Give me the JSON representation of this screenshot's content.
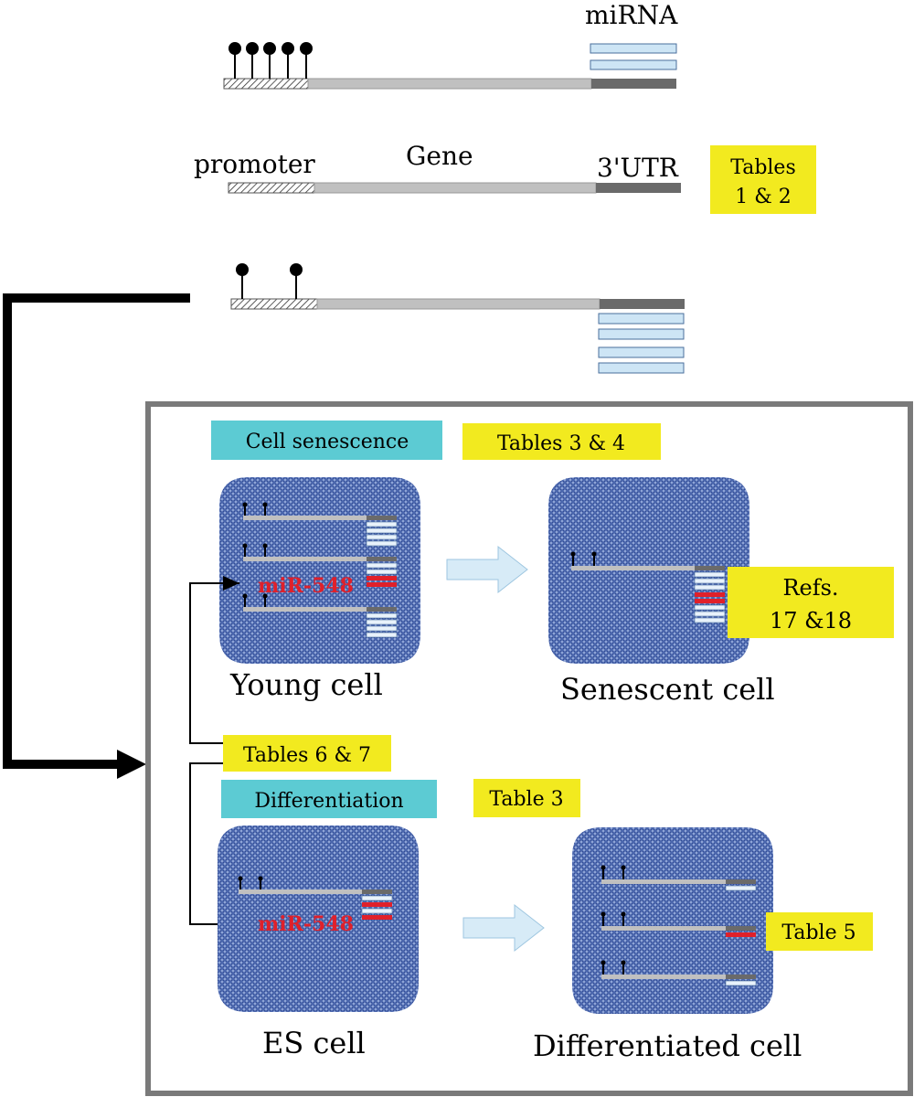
{
  "labels": {
    "mirna": "miRNA",
    "promoter": "promoter",
    "gene": "Gene",
    "utr": "3'UTR",
    "young_cell": "Young cell",
    "senescent_cell": "Senescent cell",
    "es_cell": "ES cell",
    "differentiated_cell": "Differentiated cell",
    "mir548_young": "miR-548",
    "mir548_es": "miR-548"
  },
  "tags": {
    "tables_1_2_line1": "Tables",
    "tables_1_2_line2": "1 & 2",
    "cell_senescence": "Cell senescence",
    "tables_3_4": "Tables 3 & 4",
    "refs_line1": "Refs.",
    "refs_line2": "17 &18",
    "tables_6_7": "Tables 6 & 7",
    "differentiation": "Differentiation",
    "table_3": "Table 3",
    "table_5": "Table 5"
  },
  "colors": {
    "yellow_tag": "#f2ea1f",
    "cyan_tag": "#5ccbd3",
    "cell_blue": "#5b76b8",
    "gene_gray": "#c0c0c0",
    "utr_dark": "#6a6a6a",
    "mirna_light": "#cde5f5",
    "mir548_red": "#e0202a",
    "arrow_fill": "#d7ebf7"
  }
}
